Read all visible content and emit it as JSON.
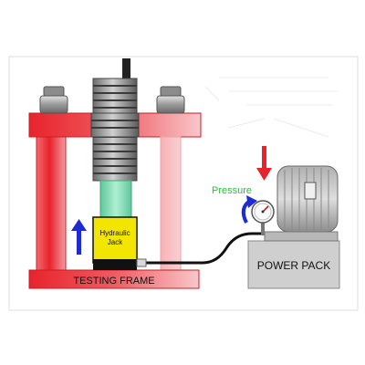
{
  "labels": {
    "hydraulic_jack_line1": "Hydraulic",
    "hydraulic_jack_line2": "Jack",
    "pressure": "Pressure",
    "testing_frame": "TESTING FRAME",
    "power_pack": "POWER PACK"
  },
  "colors": {
    "frame_red": "#e8232b",
    "jack_yellow": "#f2e600",
    "piston_green": "#7fe0b8",
    "arrow_blue": "#1c2bd4",
    "arrow_red": "#e8232b",
    "pressure_green": "#2bbf3b",
    "pack_gray": "#c8c8c8"
  },
  "icons": [
    "up-arrow-icon",
    "down-arrow-icon",
    "rotate-arrow-icon",
    "pressure-gauge-icon"
  ]
}
